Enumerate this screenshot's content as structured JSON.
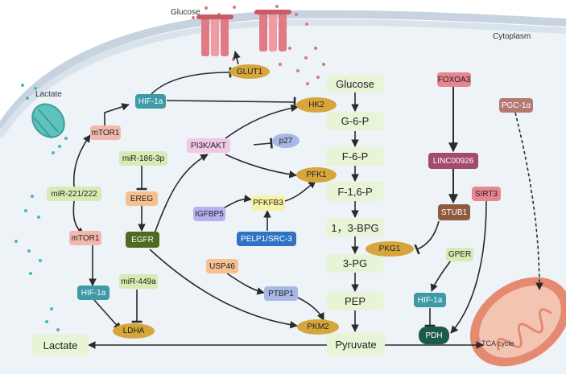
{
  "labels": {
    "glucose_ext": "Glucose",
    "cytoplasm": "Cytoplasm",
    "lactate_ext": "Lactate",
    "tca": "TCA cycle"
  },
  "metabolites": {
    "glucose": "Glucose",
    "g6p": "G-6-P",
    "f6p": "F-6-P",
    "f16p": "F-1,6-P",
    "bpg": "1，3-BPG",
    "pg3": "3-PG",
    "pep": "PEP",
    "pyruvate": "Pyruvate",
    "lactate": "Lactate"
  },
  "enzymes": {
    "glut1": "GLUT1",
    "hk2": "HK2",
    "pfk1": "PFK1",
    "pfkfb3": "PFKFB3",
    "pkg1": "PKG1",
    "pkm2": "PKM2",
    "ldha": "LDHA",
    "pdh": "PDH"
  },
  "regulators": {
    "hif1a_top": "HIF-1a",
    "mtor1_top": "mTOR1",
    "mir221": "miR-221/222",
    "mtor1_bottom": "mTOR1",
    "hif1a_bottom": "HIF-1a",
    "mir449a": "miR-449a",
    "mir186": "miR-186-3p",
    "ereg": "EREG",
    "egfr": "EGFR",
    "pi3k": "PI3K/AKT",
    "p27": "p27",
    "igfbp5": "IGFBP5",
    "pelp1": "PELP1/SRC-3",
    "usp46": "USP46",
    "ptbp1": "PTBP1",
    "foxo3": "FOXOA3",
    "linc": "LINC00926",
    "stub1": "STUB1",
    "sirt3": "SIRT3",
    "gper": "GPER",
    "hif1a_right": "HIF-1a",
    "pgc1a": "PGC-1α"
  },
  "colors": {
    "metabolite_bg": "#e7f4d6",
    "enzyme_gold": "#d6a63c",
    "teal": "#3f9aa8",
    "salmon": "#f2b8ae",
    "light_green": "#d7ecb4",
    "orange_peach": "#f7c08f",
    "purple_light": "#b7b1ef",
    "blue_dark": "#2f73c4",
    "maroon": "#a34b6b",
    "brown_dark": "#8f5a3e",
    "dark_green": "#4f6b22",
    "dark_teal": "#1d5a4e",
    "pink_red": "#e7868f",
    "light_pink": "#f2c7e6",
    "pastel_yellow": "#f7f3a6",
    "rose_brown": "#b47a72"
  }
}
